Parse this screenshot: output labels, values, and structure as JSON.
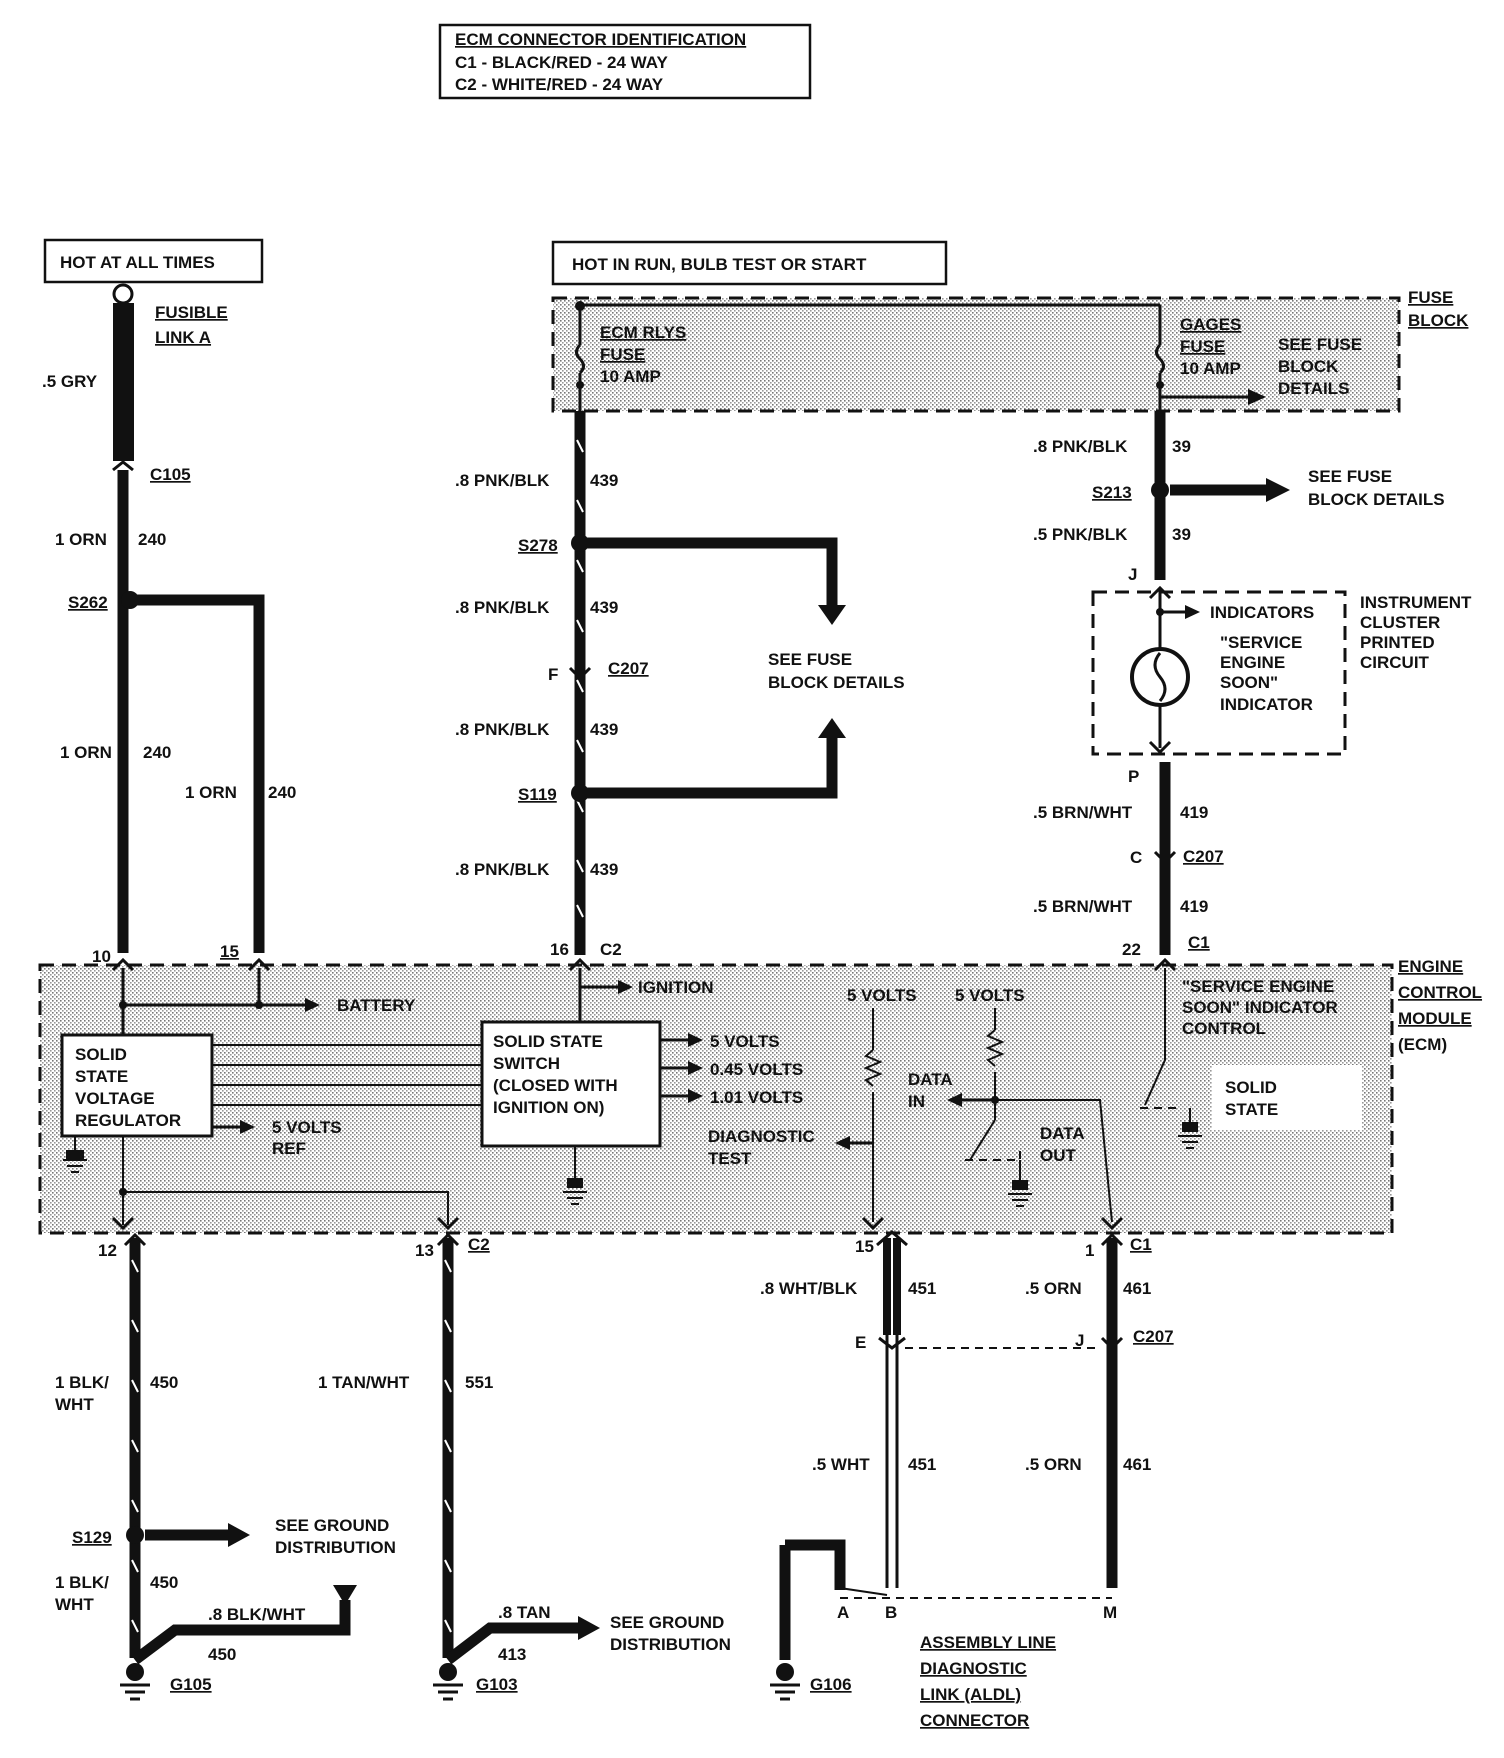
{
  "header": {
    "title": "ECM CONNECTOR IDENTIFICATION",
    "c1": "C1 - BLACK/RED - 24 WAY",
    "c2": "C2 - WHITE/RED - 24 WAY"
  },
  "power": {
    "hot_all_times": "HOT AT ALL TIMES",
    "hot_run": "HOT IN RUN, BULB TEST OR START",
    "fusible_link_line1": "FUSIBLE",
    "fusible_link_line2": "LINK A",
    "fuse_block_line1": "FUSE",
    "fuse_block_line2": "BLOCK"
  },
  "fuses": {
    "ecm_line1": "ECM RLYS",
    "ecm_line2": "FUSE",
    "ecm_line3": "10 AMP",
    "gages_line1": "GAGES",
    "gages_line2": "FUSE",
    "gages_line3": "10 AMP",
    "see_details_line1": "SEE FUSE",
    "see_details_line2": "BLOCK",
    "see_details_line3": "DETAILS"
  },
  "left_wires": {
    "gry": ".5 GRY",
    "c105": "C105",
    "orn_1": "1 ORN",
    "num_240a": "240",
    "s262": "S262",
    "orn_2": "1 ORN",
    "num_240b": "240",
    "orn_3": "1 ORN",
    "num_240c": "240",
    "pin10": "10",
    "pin15": "15"
  },
  "mid_wires": {
    "pnk1": ".8 PNK/BLK",
    "n439a": "439",
    "s278": "S278",
    "pnk2": ".8 PNK/BLK",
    "n439b": "439",
    "f": "F",
    "c207": "C207",
    "pnk3": ".8 PNK/BLK",
    "n439c": "439",
    "s119": "S119",
    "pnk4": ".8 PNK/BLK",
    "n439d": "439",
    "pin16": "16",
    "c2": "C2",
    "see_fuse_line1": "SEE FUSE",
    "see_fuse_line2": "BLOCK DETAILS"
  },
  "right_wires": {
    "pnk1": ".8 PNK/BLK",
    "n39a": "39",
    "s213": "S213",
    "see_fuse_line1": "SEE FUSE",
    "see_fuse_line2": "BLOCK DETAILS",
    "pnk2": ".5 PNK/BLK",
    "n39b": "39",
    "j": "J",
    "p": "P",
    "brn1": ".5 BRN/WHT",
    "n419a": "419",
    "c": "C",
    "c207": "C207",
    "brn2": ".5 BRN/WHT",
    "n419b": "419",
    "pin22": "22",
    "c1": "C1"
  },
  "cluster": {
    "indicators": "INDICATORS",
    "ses_line1": "\"SERVICE",
    "ses_line2": "ENGINE",
    "ses_line3": "SOON\"",
    "ses_line4": "INDICATOR",
    "label_line1": "INSTRUMENT",
    "label_line2": "CLUSTER",
    "label_line3": "PRINTED",
    "label_line4": "CIRCUIT"
  },
  "ecm": {
    "battery": "BATTERY",
    "ignition": "IGNITION",
    "reg_line1": "SOLID",
    "reg_line2": "STATE",
    "reg_line3": "VOLTAGE",
    "reg_line4": "REGULATOR",
    "ref_line1": "5 VOLTS",
    "ref_line2": "REF",
    "sw_line1": "SOLID STATE",
    "sw_line2": "SWITCH",
    "sw_line3": "(CLOSED WITH",
    "sw_line4": "IGNITION ON)",
    "out1": "5 VOLTS",
    "out2": "0.45 VOLTS",
    "out3": "1.01 VOLTS",
    "v5a": "5 VOLTS",
    "v5b": "5 VOLTS",
    "data_in_line1": "DATA",
    "data_in_line2": "IN",
    "data_out_line1": "DATA",
    "data_out_line2": "OUT",
    "diag_line1": "DIAGNOSTIC",
    "diag_line2": "TEST",
    "ses_ctrl_line1": "\"SERVICE ENGINE",
    "ses_ctrl_line2": "SOON\" INDICATOR",
    "ses_ctrl_line3": "CONTROL",
    "solid_line1": "SOLID",
    "solid_line2": "STATE",
    "label_line1": "ENGINE",
    "label_line2": "CONTROL",
    "label_line3": "MODULE",
    "label_line4": "(ECM)"
  },
  "bottom": {
    "pin12": "12",
    "pin13": "13",
    "c2": "C2",
    "blk1_line1": "1 BLK/",
    "blk1_line2": "WHT",
    "n450a": "450",
    "tan": "1 TAN/WHT",
    "n551": "551",
    "s129": "S129",
    "see_ground1_line1": "SEE GROUND",
    "see_ground1_line2": "DISTRIBUTION",
    "blk2_line1": "1 BLK/",
    "blk2_line2": "WHT",
    "n450b": "450",
    "blk8": ".8 BLK/WHT",
    "n450c": "450",
    "g105": "G105",
    "tan8": ".8 TAN",
    "n413": "413",
    "see_ground2_line1": "SEE GROUND",
    "see_ground2_line2": "DISTRIBUTION",
    "g103": "G103",
    "pin15": "15",
    "pin1": "1",
    "c1": "C1",
    "whtblk": ".8 WHT/BLK",
    "n451a": "451",
    "orn5a": ".5 ORN",
    "n461a": "461",
    "e": "E",
    "j": "J",
    "c207": "C207",
    "wht5": ".5 WHT",
    "n451b": "451",
    "orn5b": ".5 ORN",
    "n461b": "461",
    "a": "A",
    "b": "B",
    "m": "M",
    "g106": "G106",
    "aldl_line1": "ASSEMBLY LINE",
    "aldl_line2": "DIAGNOSTIC",
    "aldl_line3": "LINK (ALDL)",
    "aldl_line4": "CONNECTOR"
  }
}
